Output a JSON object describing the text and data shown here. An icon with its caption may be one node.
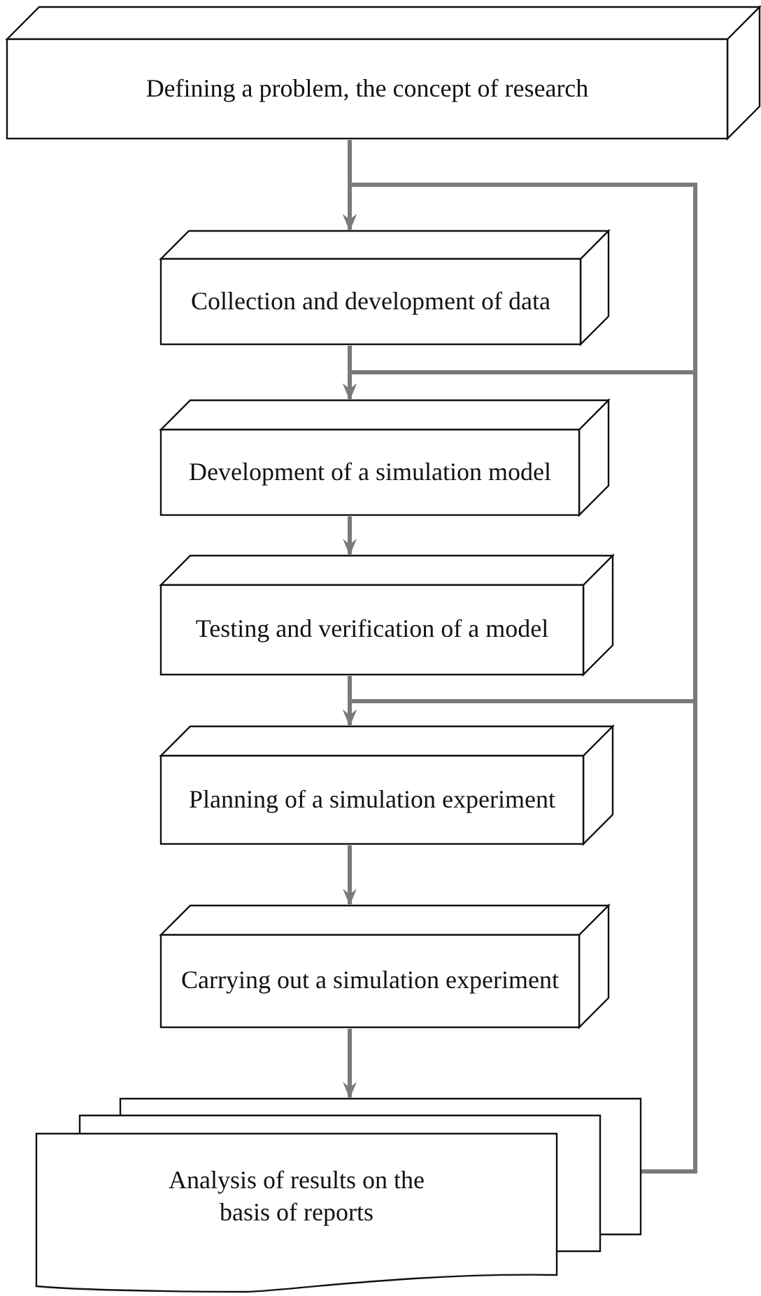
{
  "diagram": {
    "nodes": [
      {
        "text": [
          "Defining a problem, the concept of research"
        ]
      },
      {
        "text": [
          "Collection and development of data"
        ]
      },
      {
        "text": [
          "Development of a simulation model"
        ]
      },
      {
        "text": [
          "Testing and verification of a model"
        ]
      },
      {
        "text": [
          "Planning of a simulation experiment"
        ]
      },
      {
        "text": [
          "Carrying out a simulation experiment"
        ]
      },
      {
        "text": [
          "Analysis of results on the basis of reports"
        ]
      }
    ],
    "edges": [
      {
        "from": 0,
        "to": 1,
        "arrow": "to"
      },
      {
        "from": 1,
        "to": 2,
        "arrow": "to"
      },
      {
        "from": 2,
        "to": 3,
        "arrow": "to"
      },
      {
        "from": 3,
        "to": 4,
        "arrow": "to"
      },
      {
        "from": 4,
        "to": 5,
        "arrow": "to"
      },
      {
        "from": 5,
        "to": 6,
        "arrow": "to"
      },
      {
        "from": 6,
        "to": 1,
        "arrow": "to"
      },
      {
        "from": 6,
        "to": 2,
        "arrow": "to"
      },
      {
        "from": 6,
        "to": 4,
        "arrow": "to"
      }
    ]
  }
}
